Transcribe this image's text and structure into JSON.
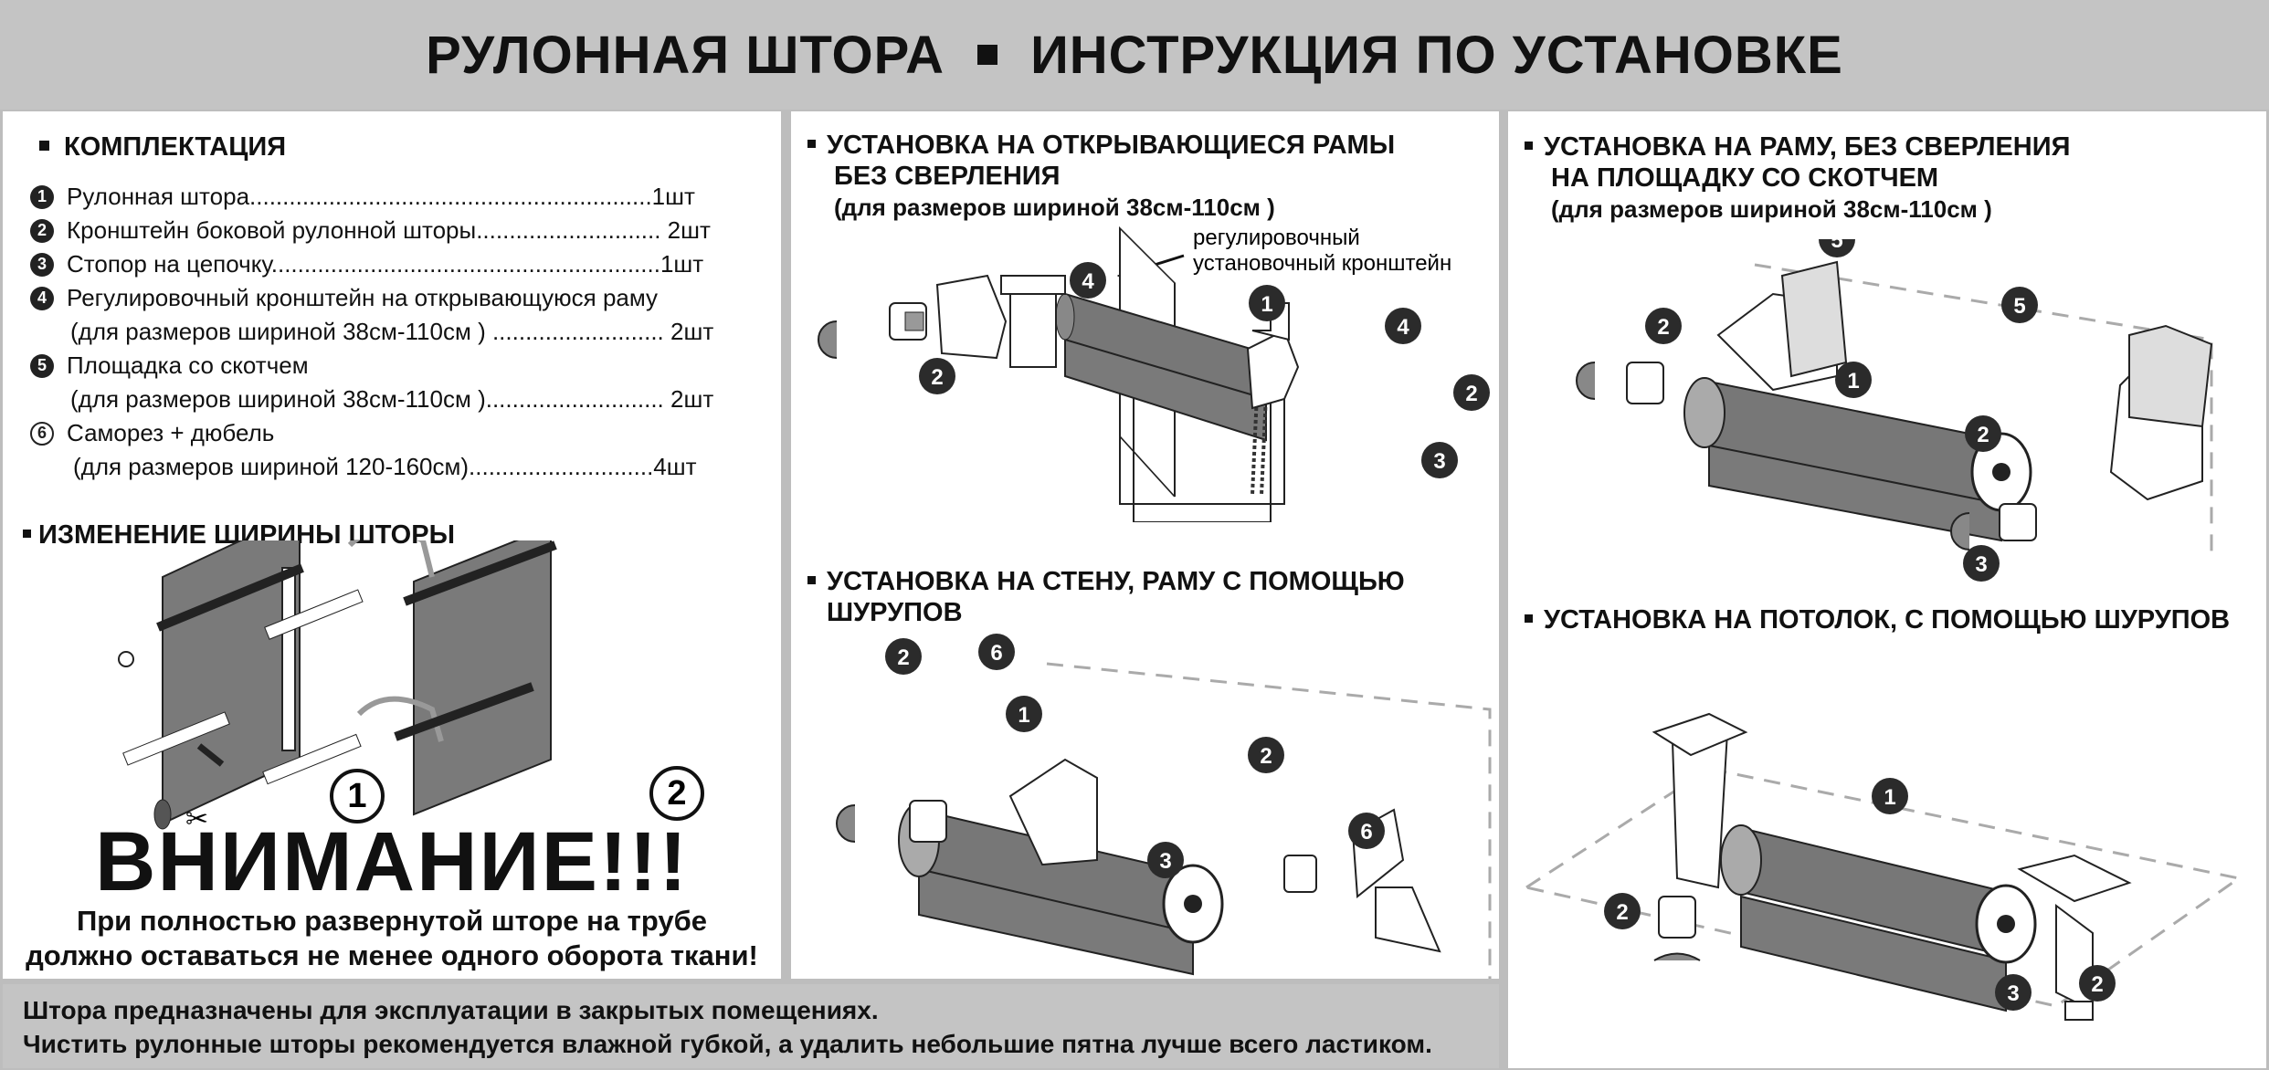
{
  "header": {
    "title_left": "РУЛОННАЯ ШТОРА",
    "title_right": "ИНСТРУКЦИЯ ПО УСТАНОВКЕ"
  },
  "kit": {
    "title": "КОМПЛЕКТАЦИЯ",
    "items": [
      {
        "num": "1",
        "text": "Рулонная штора.............................................................1шт"
      },
      {
        "num": "2",
        "text": "Кронштейн боковой рулонной шторы............................ 2шт"
      },
      {
        "num": "3",
        "text": "Стопор на цепочку...........................................................1шт"
      },
      {
        "num": "4",
        "text": "Регулировочный кронштейн на открывающуюся раму"
      },
      {
        "num": "",
        "text": "(для размеров шириной 38см-110см ) .......................... 2шт"
      },
      {
        "num": "5",
        "text": "Площадка со скотчем"
      },
      {
        "num": "",
        "text": "(для размеров шириной 38см-110см )........................... 2шт"
      },
      {
        "num": "6",
        "text": "Саморез + дюбель"
      },
      {
        "num": "",
        "text": "(для размеров шириной 120-160см)............................4шт"
      }
    ]
  },
  "width_change": {
    "title": "ИЗМЕНЕНИЕ ШИРИНЫ ШТОРЫ",
    "step1": "1",
    "step2": "2"
  },
  "warning": {
    "heading": "ВНИМАНИЕ!!!",
    "line1": "При полностью развернутой шторе на трубе",
    "line2": "должно оставаться не менее одного оборота ткани!"
  },
  "sections": {
    "opening_frame": {
      "title1": "УСТАНОВКА НА ОТКРЫВАЮЩИЕСЯ РАМЫ",
      "title2": "БЕЗ СВЕРЛЕНИЯ",
      "sub": "(для размеров шириной 38см-110см )",
      "callout1": "регулировочный",
      "callout2": "установочный кронштейн"
    },
    "wall_screws": {
      "title1": "УСТАНОВКА НА СТЕНУ, РАМУ С ПОМОЩЬЮ",
      "title2": "ШУРУПОВ"
    },
    "frame_tape": {
      "title1": "УСТАНОВКА НА РАМУ, БЕЗ СВЕРЛЕНИЯ",
      "title2": "НА ПЛОЩАДКУ СО СКОТЧЕМ",
      "sub": "(для размеров шириной 38см-110см )"
    },
    "ceiling": {
      "title": "УСТАНОВКА НА ПОТОЛОК, С ПОМОЩЬЮ ШУРУПОВ"
    }
  },
  "footer": {
    "line1": "Штора предназначены для эксплуатации в закрытых помещениях.",
    "line2": "Чистить рулонные шторы рекомендуется влажной губкой, а удалить небольшие пятна  лучше всего ластиком."
  },
  "labels": {
    "n1": "1",
    "n2": "2",
    "n3": "3",
    "n4": "4",
    "n5": "5",
    "n6": "6"
  },
  "colors": {
    "fabric": "#7a7a7a",
    "panel": "#ffffff",
    "bar": "#c4c4c4",
    "badge": "#2b2b2b"
  }
}
